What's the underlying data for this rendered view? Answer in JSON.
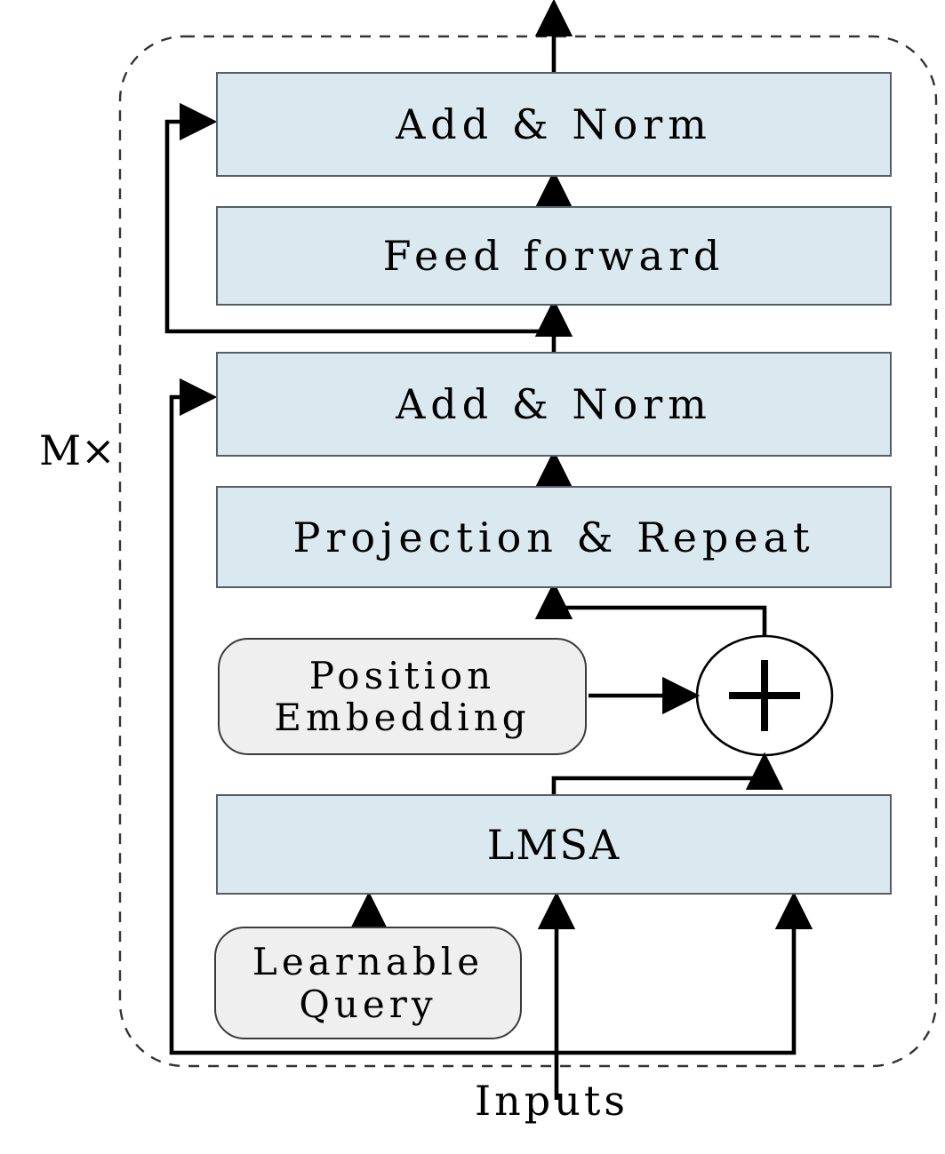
{
  "figure": {
    "title": "Transformer-style encoder block diagram",
    "repeat_label": "M×",
    "colors": {
      "block_fill": "#d9e9ef",
      "block_stroke": "#555f63",
      "round_fill": "#efefef",
      "round_stroke": "#3a3a3a",
      "line": "#000000",
      "dashed_border": "#333333",
      "background": "#ffffff"
    }
  },
  "blocks": {
    "add_norm_top": {
      "label": "Add & Norm",
      "style": "filled-rect"
    },
    "feed_forward": {
      "label": "Feed forward",
      "style": "filled-rect"
    },
    "add_norm_mid": {
      "label": "Add & Norm",
      "style": "filled-rect"
    },
    "projection_repeat": {
      "label": "Projection & Repeat",
      "style": "filled-rect"
    },
    "lmsa": {
      "label": "LMSA",
      "style": "filled-rect"
    },
    "position_embedding": {
      "label_line1": "Position",
      "label_line2": "Embedding",
      "style": "rounded-rect"
    },
    "learnable_query": {
      "label_line1": "Learnable",
      "label_line2": "Query",
      "style": "rounded-rect"
    },
    "add_operator": {
      "symbol": "+",
      "style": "circle"
    }
  },
  "labels": {
    "inputs": "Inputs",
    "repeat": "M×"
  },
  "edges": [
    {
      "from": "add_norm_top",
      "to": "output",
      "type": "arrow-up"
    },
    {
      "from": "feed_forward",
      "to": "add_norm_top",
      "type": "arrow-up"
    },
    {
      "from": "add_norm_mid",
      "to": "feed_forward",
      "type": "arrow-up"
    },
    {
      "from": "add_norm_mid",
      "to": "add_norm_top",
      "type": "residual-left"
    },
    {
      "from": "projection_repeat",
      "to": "add_norm_mid",
      "type": "arrow-up"
    },
    {
      "from": "add_operator",
      "to": "projection_repeat",
      "type": "elbow-arrow-up"
    },
    {
      "from": "position_embedding",
      "to": "add_operator",
      "type": "arrow-right"
    },
    {
      "from": "lmsa",
      "to": "add_operator",
      "type": "elbow-arrow-up"
    },
    {
      "from": "learnable_query",
      "to": "lmsa",
      "type": "arrow-up"
    },
    {
      "from": "inputs",
      "to": "lmsa",
      "type": "arrow-up"
    },
    {
      "from": "inputs",
      "to": "lmsa",
      "type": "elbow-arrow-up-right"
    },
    {
      "from": "inputs",
      "to": "add_norm_mid",
      "type": "residual-left-long"
    }
  ]
}
